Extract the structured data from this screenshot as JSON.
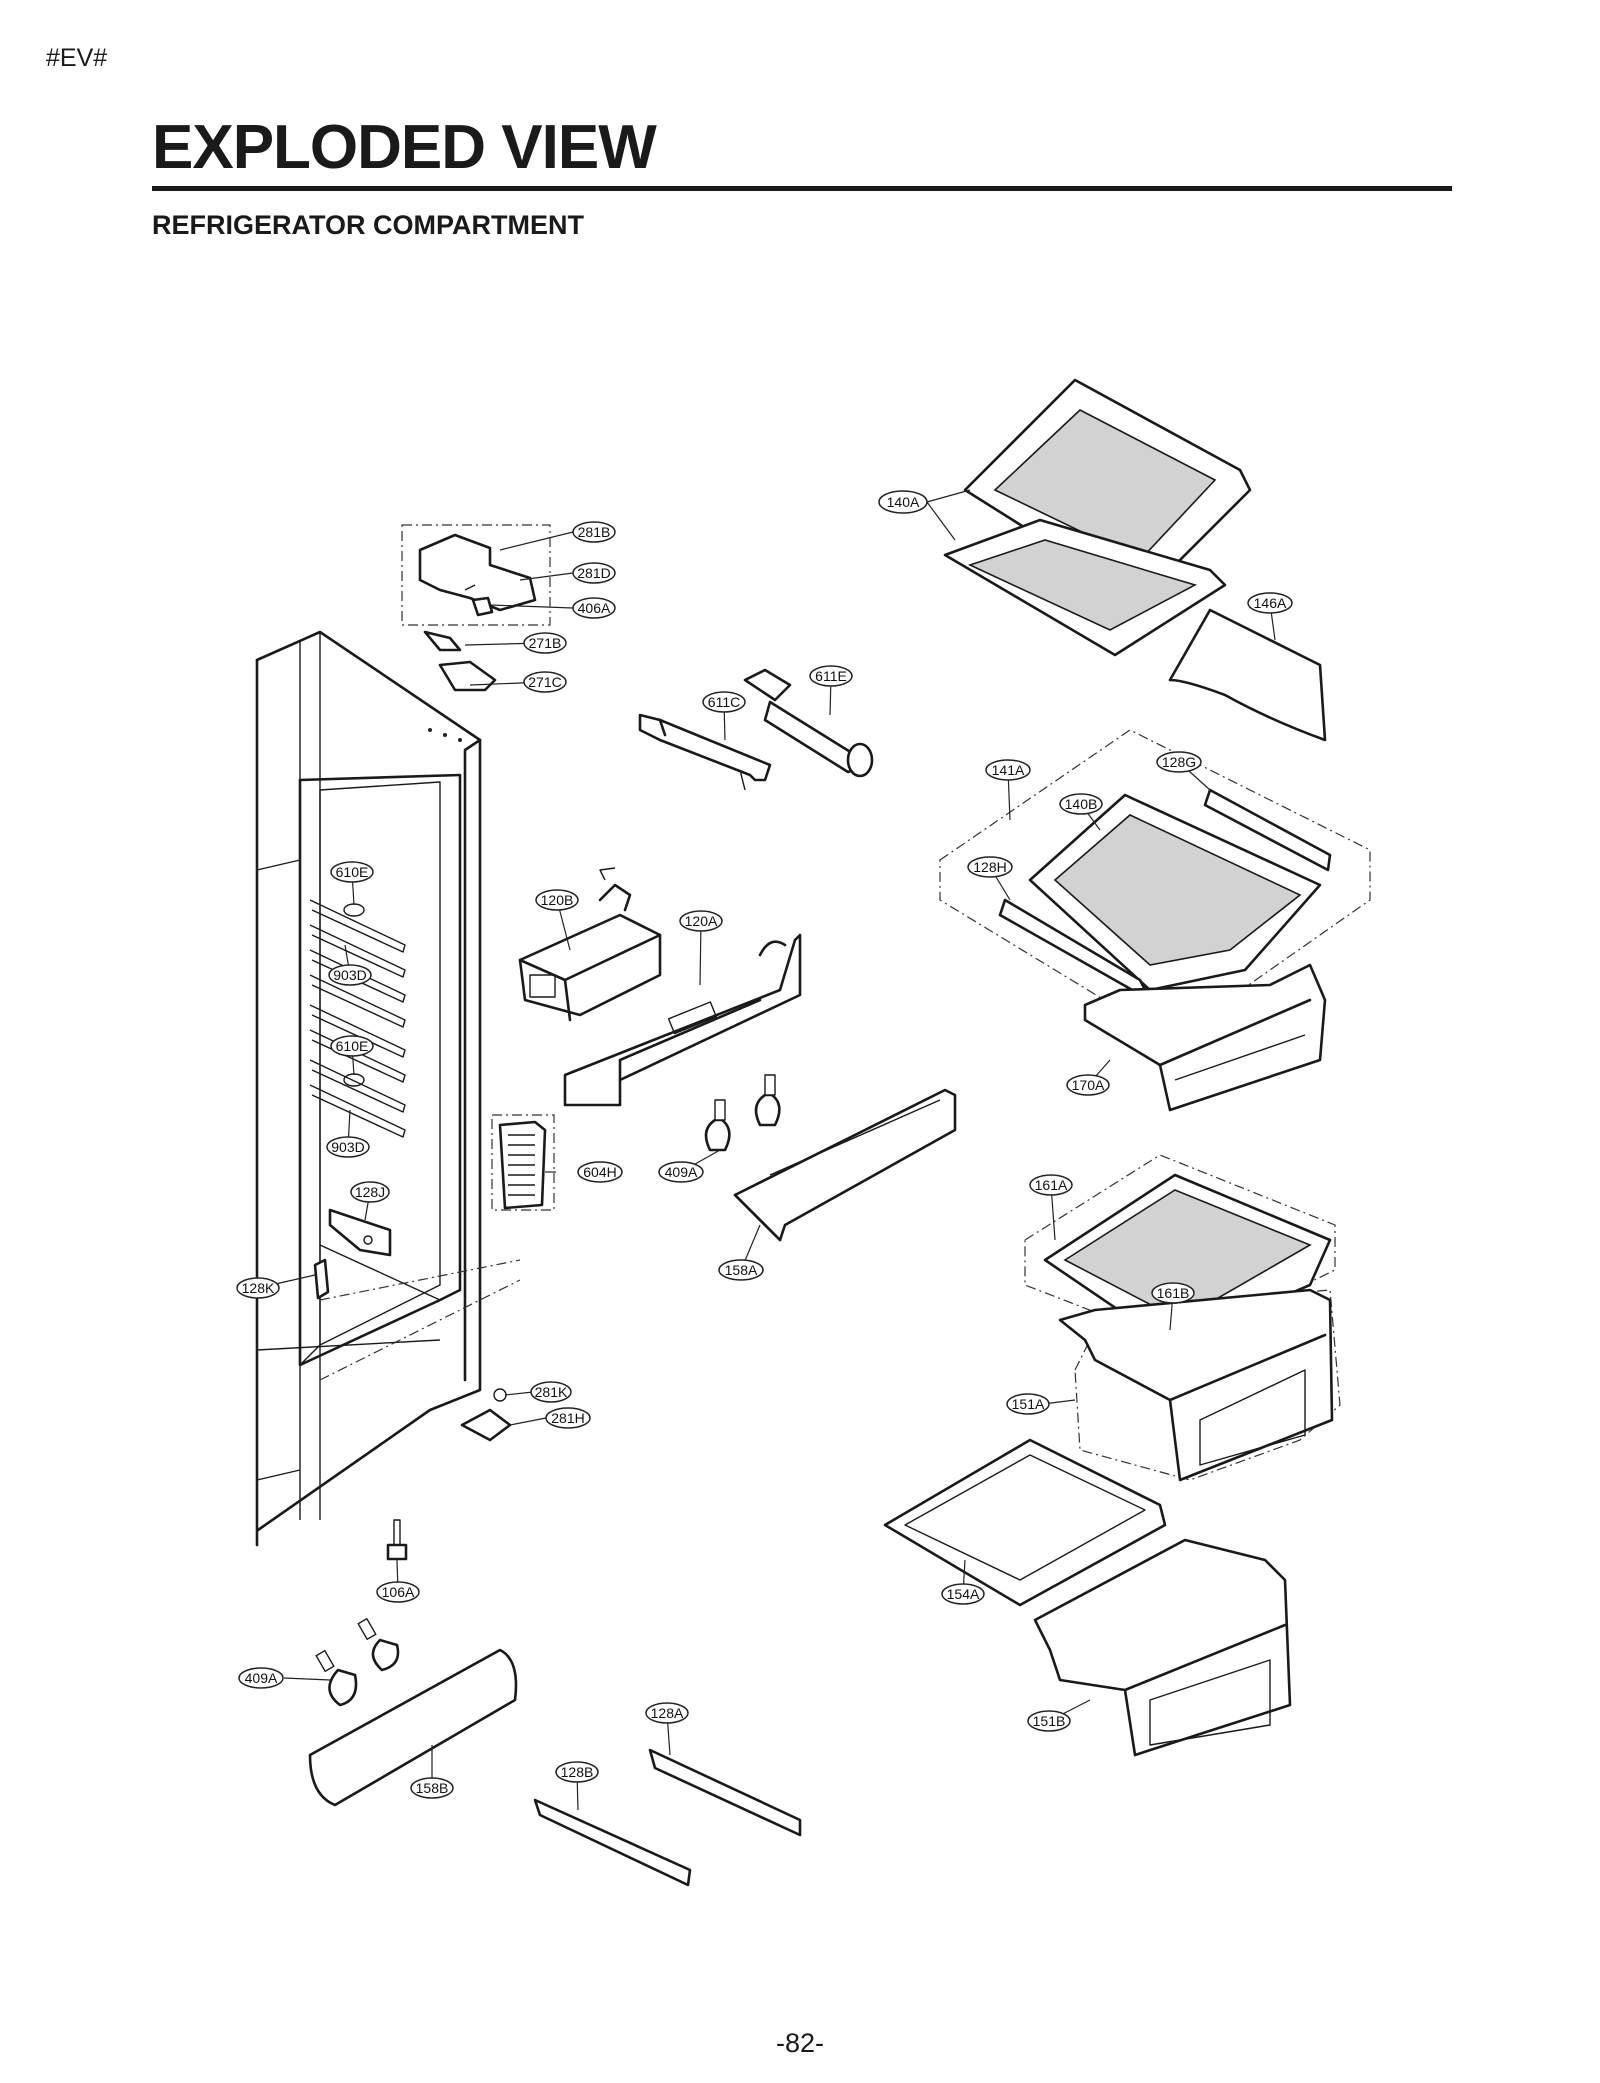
{
  "header": {
    "tag": "#EV#",
    "title": "EXPLODED VIEW",
    "subtitle": "REFRIGERATOR COMPARTMENT"
  },
  "footer": {
    "page_number": "-82-"
  },
  "callouts": [
    "140A",
    "281B",
    "281D",
    "406A",
    "146A",
    "271B",
    "611E",
    "271C",
    "611C",
    "141A",
    "128G",
    "140B",
    "610E",
    "128H",
    "120B",
    "120A",
    "903D",
    "610E",
    "170A",
    "903D",
    "604H",
    "409A",
    "161A",
    "128J",
    "158A",
    "128K",
    "161B",
    "281K",
    "151A",
    "281H",
    "106A",
    "154A",
    "409A",
    "128A",
    "151B",
    "128B",
    "158B"
  ]
}
